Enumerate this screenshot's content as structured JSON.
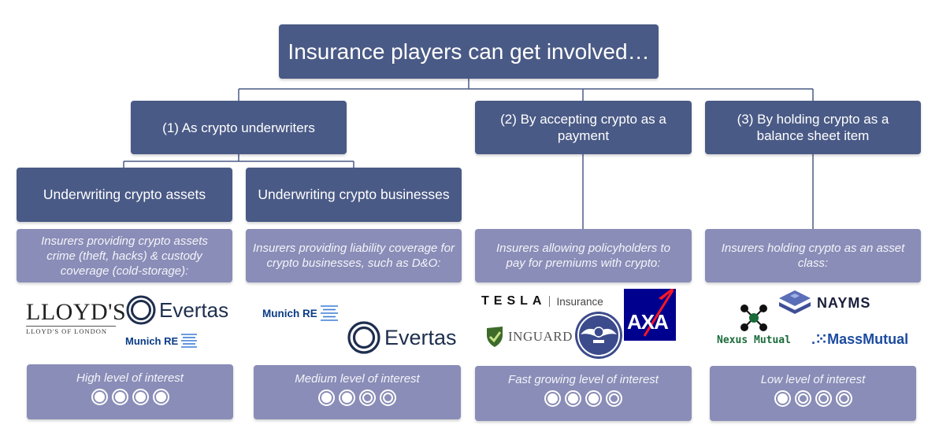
{
  "title": "Insurance players can get involved…",
  "categories": [
    {
      "label": "(1) As crypto underwriters"
    },
    {
      "label": "(2) By accepting crypto as a payment"
    },
    {
      "label": "(3) By holding crypto as a balance sheet item"
    }
  ],
  "subcategories": [
    {
      "label": "Underwriting crypto assets"
    },
    {
      "label": "Underwriting crypto businesses"
    }
  ],
  "descriptions": [
    "Insurers providing crypto assets crime (theft, hacks) & custody coverage (cold-storage):",
    "Insurers providing liability coverage for crypto businesses, such as D&O:",
    "Insurers allowing policyholders to pay for premiums with crypto:",
    "Insurers holding crypto as an asset class:"
  ],
  "logos": {
    "lloyds_main": "LLOYD'S",
    "lloyds_sub": "LLOYD'S OF LONDON",
    "evertas": "Evertas",
    "munich_re": "Munich RE",
    "tesla": "TESLA",
    "tesla_insurance": "Insurance",
    "inguard": "INGUARD",
    "axa": "AXA",
    "nayms": "NAYMS",
    "nexus_mutual": "Nexus Mutual",
    "massmutual": ".⁙MassMutual"
  },
  "interest": [
    {
      "label": "High level of interest",
      "level": 4,
      "max": 4
    },
    {
      "label": "Medium level of interest",
      "level": 2,
      "max": 4
    },
    {
      "label": "Fast growing level of interest",
      "level": 3,
      "max": 4
    },
    {
      "label": "Low level of interest",
      "level": 1,
      "max": 4
    }
  ],
  "colors": {
    "dark_box": "#4a5a86",
    "light_box": "#8a8db7",
    "connector": "#4a5a86",
    "axa_blue": "#00008f",
    "axa_red": "#ff1721",
    "nexus_green": "#1a6b3a",
    "massmutual_blue": "#1c4ba0"
  }
}
